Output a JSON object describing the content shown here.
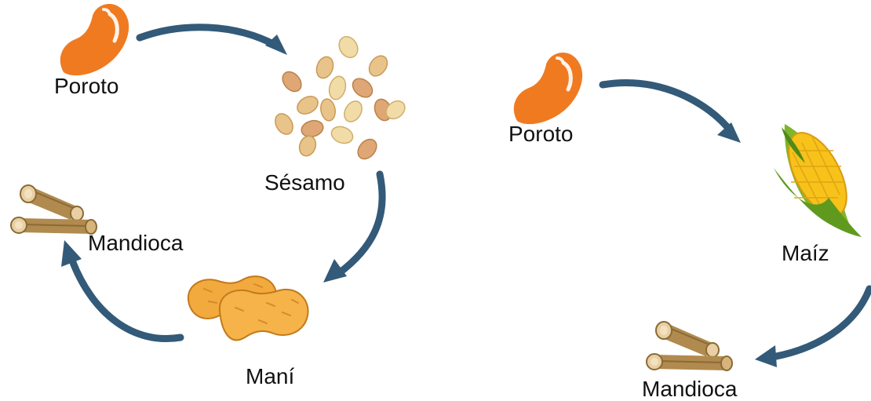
{
  "colors": {
    "arrow": "#335a78",
    "bean": "#f07a20",
    "sesame_light": "#f1dca8",
    "sesame_tan": "#e8c48a",
    "sesame_dark": "#dfa676",
    "peanut": "#f2a93e",
    "cassava": "#b08a4e",
    "corn_kernel": "#f7c21a",
    "corn_husk": "#7fb52a"
  },
  "cycle_left": {
    "icons": [
      "bean-icon",
      "sesame-seeds-icon",
      "peanut-icon",
      "cassava-icon"
    ],
    "labels": {
      "poroto": "Poroto",
      "sesamo": "Sésamo",
      "mani": "Maní",
      "mandioca": "Mandioca"
    }
  },
  "cycle_right": {
    "icons": [
      "bean-icon",
      "corn-icon",
      "cassava-icon"
    ],
    "labels": {
      "poroto": "Poroto",
      "maiz": "Maíz",
      "mandioca": "Mandioca"
    }
  }
}
